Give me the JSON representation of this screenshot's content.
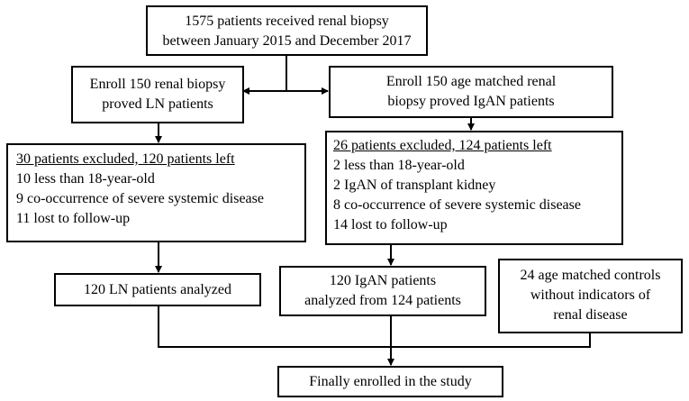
{
  "boxes": {
    "screened": {
      "lines": [
        "1575 patients received renal biopsy",
        "between January 2015 and December 2017"
      ]
    },
    "ln_enroll": {
      "lines": [
        "Enroll 150 renal biopsy",
        "proved LN patients"
      ]
    },
    "igan_enroll": {
      "lines": [
        "Enroll 150 age matched renal",
        "biopsy proved IgAN patients"
      ]
    },
    "ln_excluded": {
      "heading": "30 patients excluded, 120 patients left",
      "items": [
        "10 less than 18-year-old",
        "9 co-occurrence of severe systemic disease",
        "11 lost to follow-up"
      ]
    },
    "igan_excluded": {
      "heading": "26 patients excluded, 124 patients left",
      "items": [
        "2 less than 18-year-old",
        "2 IgAN of transplant kidney",
        "8 co-occurrence of severe systemic disease",
        "14 lost to follow-up"
      ]
    },
    "ln_analyzed": {
      "lines": [
        "120 LN patients analyzed"
      ]
    },
    "igan_analyzed": {
      "lines": [
        "120 IgAN patients",
        "analyzed from 124 patients"
      ]
    },
    "controls": {
      "lines": [
        "24 age matched controls",
        "without indicators of",
        "renal disease"
      ]
    },
    "final": {
      "lines": [
        "Finally enrolled in the study"
      ]
    }
  },
  "colors": {
    "line": "#000000",
    "background": "#ffffff"
  }
}
